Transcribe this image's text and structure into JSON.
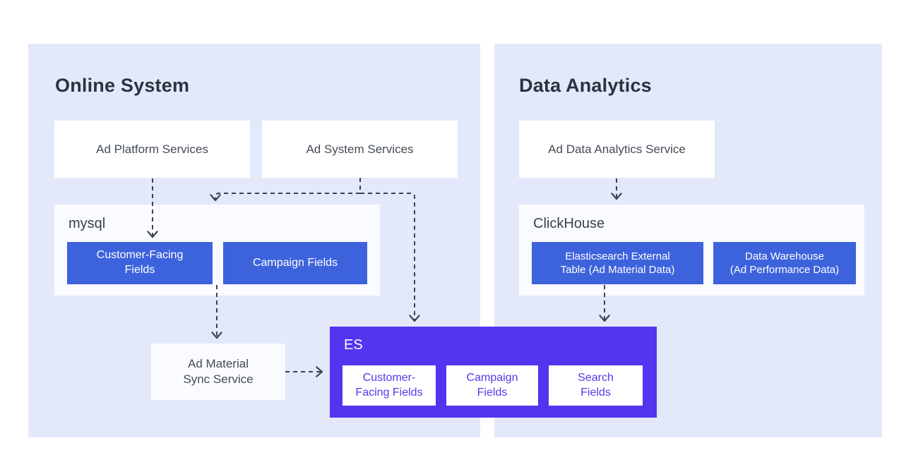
{
  "colors": {
    "panel": "#e3e8fb",
    "blue": "#3d63dc",
    "violet": "#5334ef",
    "violet_text": "#5438e8",
    "arrow": "#3d434e",
    "heading": "#2d333e",
    "box_text": "#454c56",
    "container_bg": "#fafbfe",
    "box_white": "#ffffff"
  },
  "online_system": {
    "title": "Online System",
    "ad_platform_services": "Ad Platform Services",
    "ad_system_services": "Ad System Services",
    "mysql": {
      "label": "mysql",
      "customer_facing_fields": "Customer-Facing\nFields",
      "campaign_fields": "Campaign Fields"
    },
    "ad_material_sync_service": "Ad Material\nSync Service"
  },
  "es": {
    "label": "ES",
    "customer_facing_fields": "Customer-\nFacing Fields",
    "campaign_fields": "Campaign\nFields",
    "search_fields": "Search\nFields"
  },
  "data_analytics": {
    "title": "Data Analytics",
    "ad_data_analytics_service": "Ad Data Analytics Service",
    "clickhouse": {
      "label": "ClickHouse",
      "es_external_table": "Elasticsearch External\nTable (Ad Material Data)",
      "data_warehouse": "Data Warehouse\n(Ad Performance Data)"
    }
  }
}
